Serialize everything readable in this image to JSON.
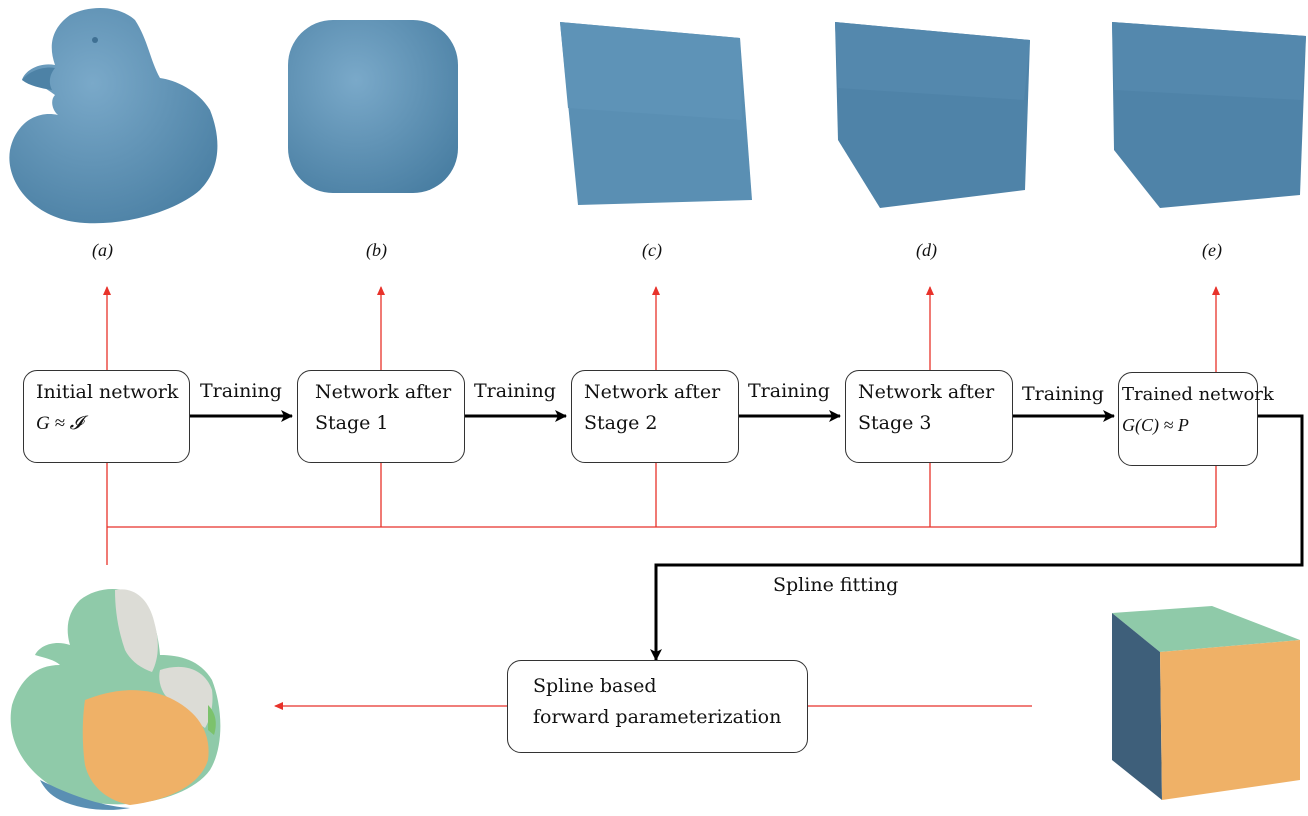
{
  "captions": [
    "(a)",
    "(b)",
    "(c)",
    "(d)",
    "(e)"
  ],
  "boxes": [
    {
      "line1": "Initial network",
      "line2": "G ≈ 𝓘"
    },
    {
      "line1": "Network after",
      "line2": "Stage 1"
    },
    {
      "line1": "Network after",
      "line2": "Stage 2"
    },
    {
      "line1": "Network after",
      "line2": "Stage 3"
    },
    {
      "line1": "Trained network",
      "line2": "G(C) ≈ P"
    }
  ],
  "training_label": "Training",
  "spline_fitting_label": "Spline fitting",
  "spline_box": {
    "line1": "Spline based",
    "line2": "forward parameterization"
  },
  "colors": {
    "mesh_blue": "#5a8fb3",
    "red_arrow": "#e8322a",
    "black_arrow": "#000000",
    "patch_green": "#8fcaa9",
    "patch_orange": "#efb167",
    "patch_gray": "#dcdcd6",
    "cube_side": "#3e5f7a"
  }
}
